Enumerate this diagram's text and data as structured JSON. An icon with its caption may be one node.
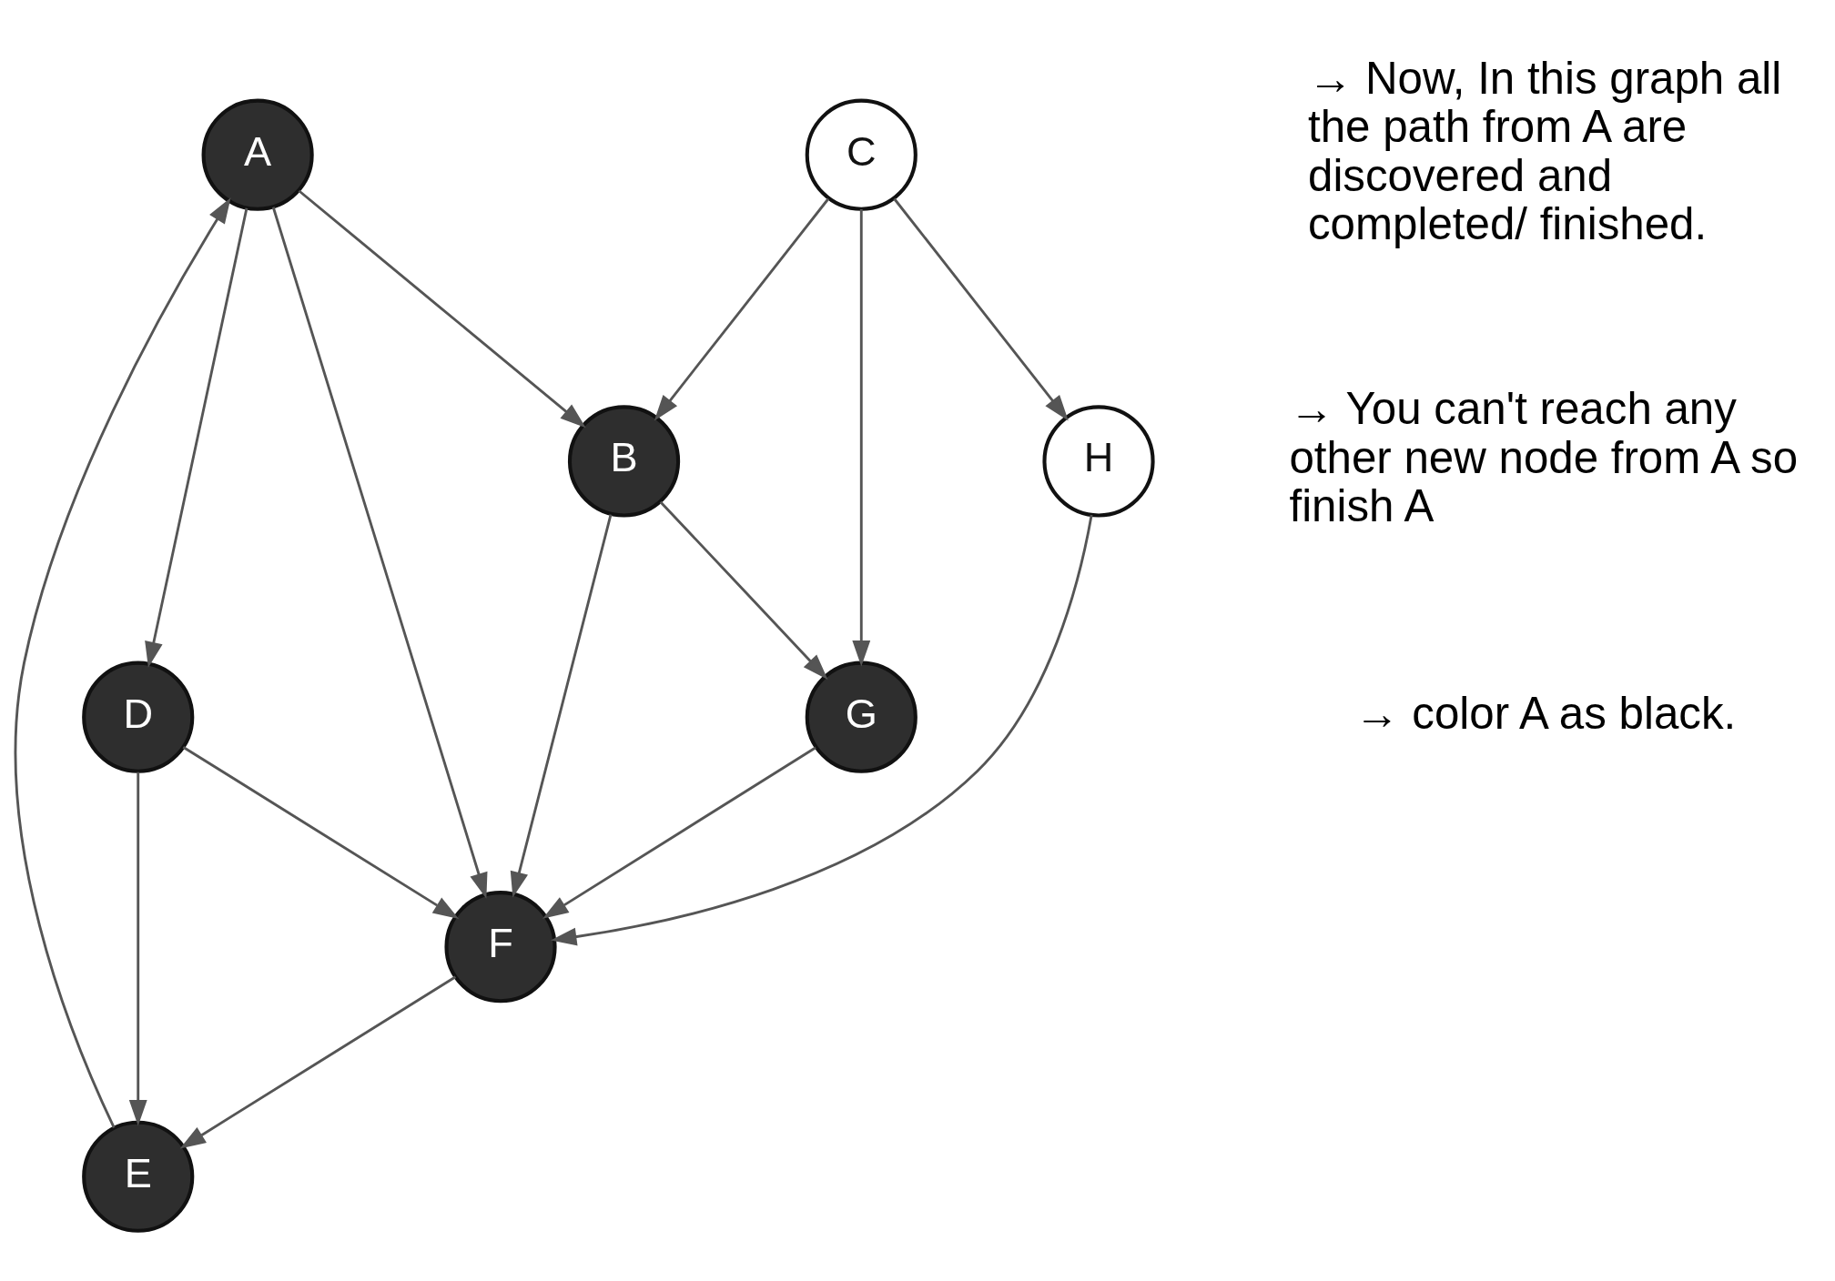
{
  "diagram": {
    "nodes": [
      {
        "text": [
          "A"
        ]
      },
      {
        "text": [
          "B"
        ]
      },
      {
        "text": [
          "C"
        ]
      },
      {
        "text": [
          "D"
        ]
      },
      {
        "text": [
          "E"
        ]
      },
      {
        "text": [
          "F"
        ]
      },
      {
        "text": [
          "G"
        ]
      },
      {
        "text": [
          "H"
        ]
      }
    ],
    "edges": [
      {
        "from": 0,
        "to": 1,
        "arrow": "to"
      },
      {
        "from": 2,
        "to": 1,
        "arrow": "to"
      },
      {
        "from": 0,
        "to": 3,
        "arrow": "to"
      },
      {
        "from": 4,
        "to": 0,
        "arrow": "to"
      },
      {
        "from": 0,
        "to": 5,
        "arrow": "to"
      },
      {
        "from": 1,
        "to": 5,
        "arrow": "to"
      },
      {
        "from": 1,
        "to": 6,
        "arrow": "to"
      },
      {
        "from": 2,
        "to": 6,
        "arrow": "to"
      },
      {
        "from": 6,
        "to": 5,
        "arrow": "to"
      },
      {
        "from": 2,
        "to": 7,
        "arrow": "to"
      },
      {
        "from": 7,
        "to": 5,
        "arrow": "to"
      },
      {
        "from": 5,
        "to": 4,
        "arrow": "to"
      },
      {
        "from": 3,
        "to": 4,
        "arrow": "to"
      },
      {
        "from": 3,
        "to": 5,
        "arrow": "to"
      }
    ],
    "labels": [
      "→ Now, In this graph all the path from A are discovered and completed/ finished.",
      "→ You can't reach any other new node from A so finish A",
      "→ color A as black."
    ]
  }
}
